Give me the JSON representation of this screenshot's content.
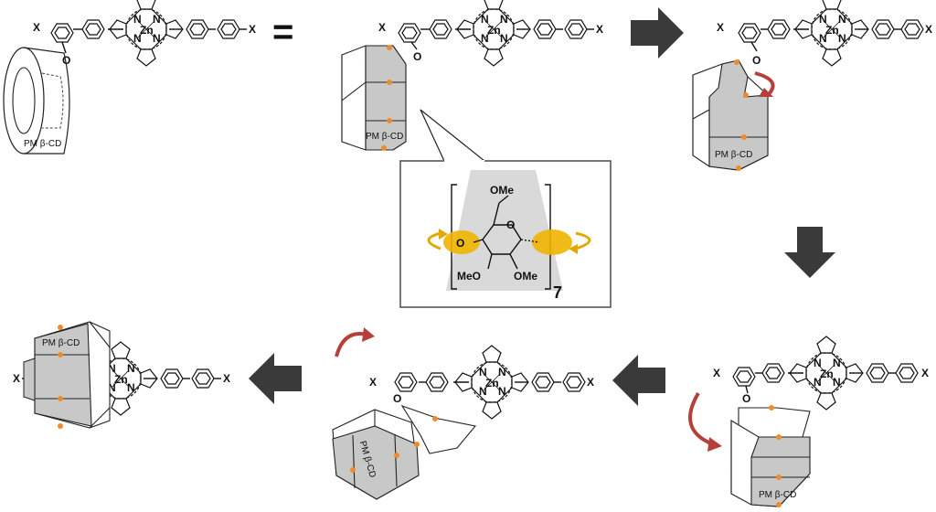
{
  "labels": {
    "equals": "=",
    "zn": "Zn",
    "n": "N",
    "x": "X",
    "o": "O",
    "cd_label": "PM β-CD"
  },
  "inset": {
    "ome_top": "OMe",
    "o_ring": "O",
    "o_left": "O",
    "meo": "MeO",
    "ome_right": "OMe",
    "repeat_count": "7"
  },
  "colors": {
    "orange_dot": "#f08a2c",
    "yellow_oval": "#f0b400",
    "arrow_dark": "#3a3a3a",
    "curved_arrow": "#b5403a",
    "cd_fill": "#c8c8c8",
    "inset_bg": "#d9d9d9"
  },
  "icons": [
    "block-arrow-right",
    "block-arrow-down",
    "block-arrow-left",
    "curved-rotation-arrow",
    "callout-box"
  ]
}
